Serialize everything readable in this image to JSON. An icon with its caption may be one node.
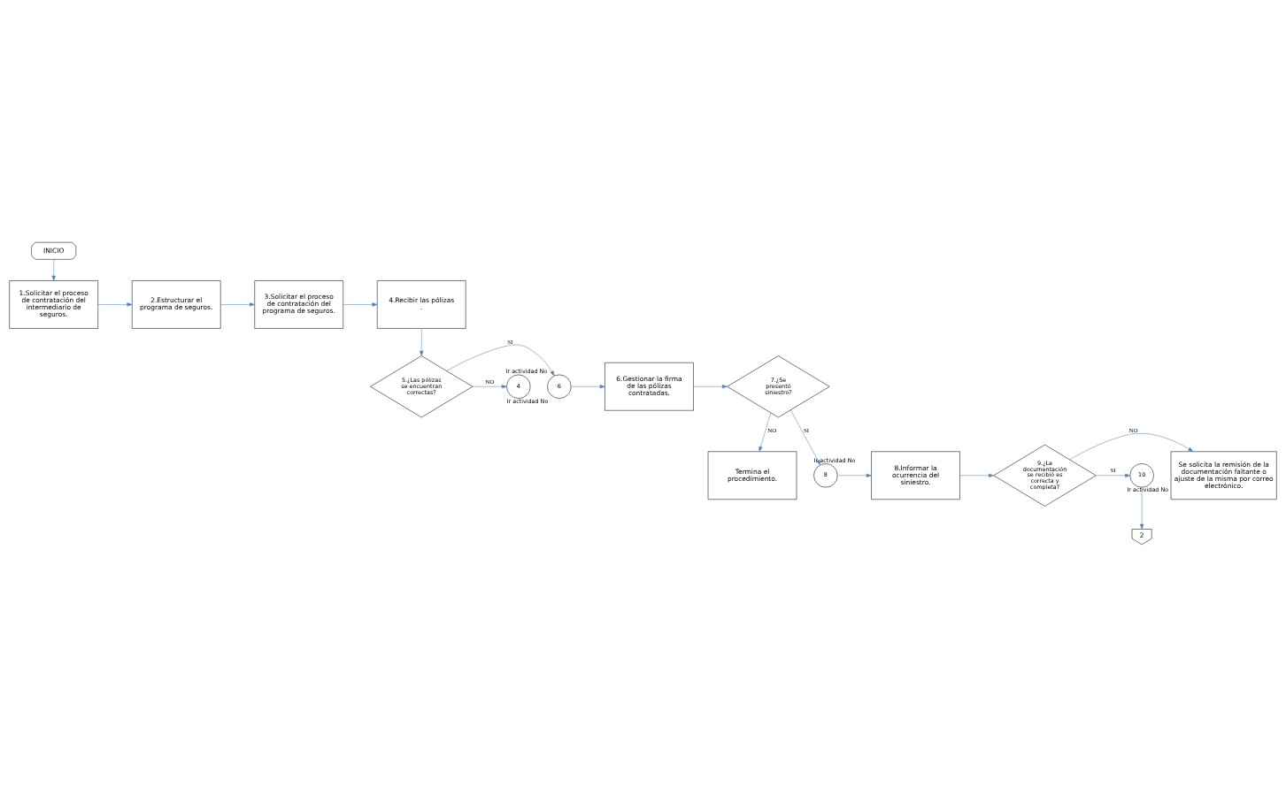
{
  "diagram": {
    "nodes": [
      {
        "text": [
          "INICIO"
        ]
      },
      {
        "text": [
          "1.Solicitar el proceso de contratación del intermediario de seguros."
        ]
      },
      {
        "text": [
          "2.Estructurar el programa de seguros."
        ]
      },
      {
        "text": [
          "3.Solicitar el proceso de contratación del programa de seguros."
        ]
      },
      {
        "text": [
          "4.Recibir las pólizas ."
        ]
      },
      {
        "text": [
          "5.¿Las pólizas se encuentran correctas?"
        ]
      },
      {
        "text": [
          "6"
        ],
        "beside": [
          "Ir actividad No"
        ]
      },
      {
        "text": [
          "4"
        ],
        "beside": [
          "Ir actividad No"
        ]
      },
      {
        "text": [
          "6.Gestionar la firma de las pólizas contratadas."
        ]
      },
      {
        "text": [
          "7.¿Se presentó siniestro?"
        ]
      },
      {
        "text": [
          "Termina el procedimiento."
        ]
      },
      {
        "text": [
          "8"
        ],
        "beside": [
          "Ir actividad No"
        ]
      },
      {
        "text": [
          "8.Informar la ocurrencia del siniestro."
        ]
      },
      {
        "text": [
          "9.¿La documentación se recibió es correcta y completa?"
        ]
      },
      {
        "text": [
          "Se solicita la remisión de la documentación faltante o ajuste de la misma por correo electrónico."
        ]
      },
      {
        "text": [
          "10"
        ],
        "beside": [
          "Ir actividad No"
        ]
      },
      {
        "text": [
          "2"
        ]
      }
    ],
    "edges": [
      {
        "from": 0,
        "to": 1,
        "arrow": "to"
      },
      {
        "from": 1,
        "to": 2,
        "arrow": "to"
      },
      {
        "from": 2,
        "to": 3,
        "arrow": "to"
      },
      {
        "from": 3,
        "to": 4,
        "arrow": "to"
      },
      {
        "from": 4,
        "to": 5,
        "arrow": "to"
      },
      {
        "from": 5,
        "to": 6,
        "arrow": "to",
        "label": "SI"
      },
      {
        "from": 5,
        "to": 7,
        "arrow": "to",
        "label": "NO"
      },
      {
        "from": 6,
        "to": 8,
        "arrow": "to"
      },
      {
        "from": 8,
        "to": 9,
        "arrow": "to"
      },
      {
        "from": 9,
        "to": 10,
        "arrow": "to",
        "label": "NO"
      },
      {
        "from": 9,
        "to": 11,
        "arrow": "to",
        "label": "SI"
      },
      {
        "from": 11,
        "to": 12,
        "arrow": "to"
      },
      {
        "from": 12,
        "to": 13,
        "arrow": "to"
      },
      {
        "from": 13,
        "to": 14,
        "arrow": "to",
        "label": "NO"
      },
      {
        "from": 13,
        "to": 15,
        "arrow": "to",
        "label": "SI"
      },
      {
        "from": 15,
        "to": 16,
        "arrow": "to"
      }
    ]
  }
}
